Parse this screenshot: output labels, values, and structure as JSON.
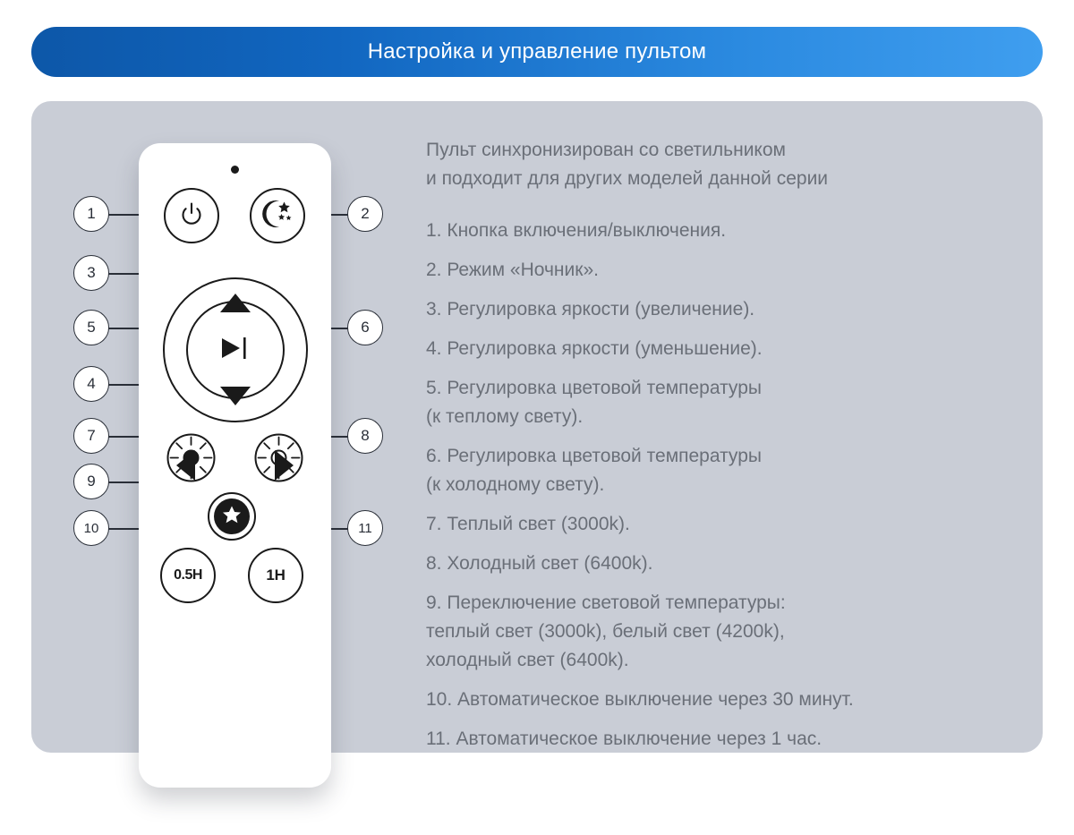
{
  "header": {
    "title": "Настройка и управление пультом",
    "gradient_from": "#0d57a8",
    "gradient_to": "#3f9eef"
  },
  "panel": {
    "background": "#c9cdd6"
  },
  "instructions": {
    "intro_line1": "Пульт синхронизирован со светильником",
    "intro_line2": "и подходит для других моделей данной серии",
    "text_color": "#6a6f78",
    "items": [
      {
        "number": "1.",
        "line1": "1. Кнопка включения/выключения.",
        "line2": ""
      },
      {
        "number": "2.",
        "line1": "2. Режим «Ночник».",
        "line2": ""
      },
      {
        "number": "3.",
        "line1": "3. Регулировка яркости (увеличение).",
        "line2": ""
      },
      {
        "number": "4.",
        "line1": "4. Регулировка яркости (уменьшение).",
        "line2": ""
      },
      {
        "number": "5.",
        "line1": "5. Регулировка цветовой температуры",
        "line2": "(к теплому свету)."
      },
      {
        "number": "6.",
        "line1": "6. Регулировка цветовой температуры",
        "line2": "(к холодному свету)."
      },
      {
        "number": "7.",
        "line1": "7.  Теплый свет (3000k).",
        "line2": ""
      },
      {
        "number": "8.",
        "line1": "8. Холодный свет (6400k).",
        "line2": ""
      },
      {
        "number": "9.",
        "line1": "9. Переключение световой температуры:",
        "line2": "теплый свет (3000k), белый свет (4200k),",
        "line3": "холодный свет (6400k)."
      },
      {
        "number": "10.",
        "line1": "10. Автоматическое выключение через 30 минут.",
        "line2": ""
      },
      {
        "number": "11.",
        "line1": "11. Автоматическое выключение через 1 час.",
        "line2": ""
      }
    ]
  },
  "remote": {
    "body_color": "#ffffff",
    "icon_color": "#1a1a1a",
    "buttons": {
      "power": "power-icon",
      "night_mode": "moon-stars-icon",
      "brightness_up": "triangle-up-icon",
      "brightness_down": "triangle-down-icon",
      "temp_warm_arrow": "triangle-left-icon",
      "temp_cool_arrow": "triangle-right-icon",
      "center": "play-pause-icon",
      "warm_light": "sun-filled-icon",
      "cool_light": "sun-hollow-icon",
      "temp_cycle": "star-icon",
      "timer_half_hour_label": "0.5H",
      "timer_one_hour_label": "1H"
    }
  },
  "callouts": [
    {
      "id": "1",
      "label": "1"
    },
    {
      "id": "2",
      "label": "2"
    },
    {
      "id": "3",
      "label": "3"
    },
    {
      "id": "4",
      "label": "4"
    },
    {
      "id": "5",
      "label": "5"
    },
    {
      "id": "6",
      "label": "6"
    },
    {
      "id": "7",
      "label": "7"
    },
    {
      "id": "8",
      "label": "8"
    },
    {
      "id": "9",
      "label": "9"
    },
    {
      "id": "10",
      "label": "10"
    },
    {
      "id": "11",
      "label": "11"
    }
  ]
}
